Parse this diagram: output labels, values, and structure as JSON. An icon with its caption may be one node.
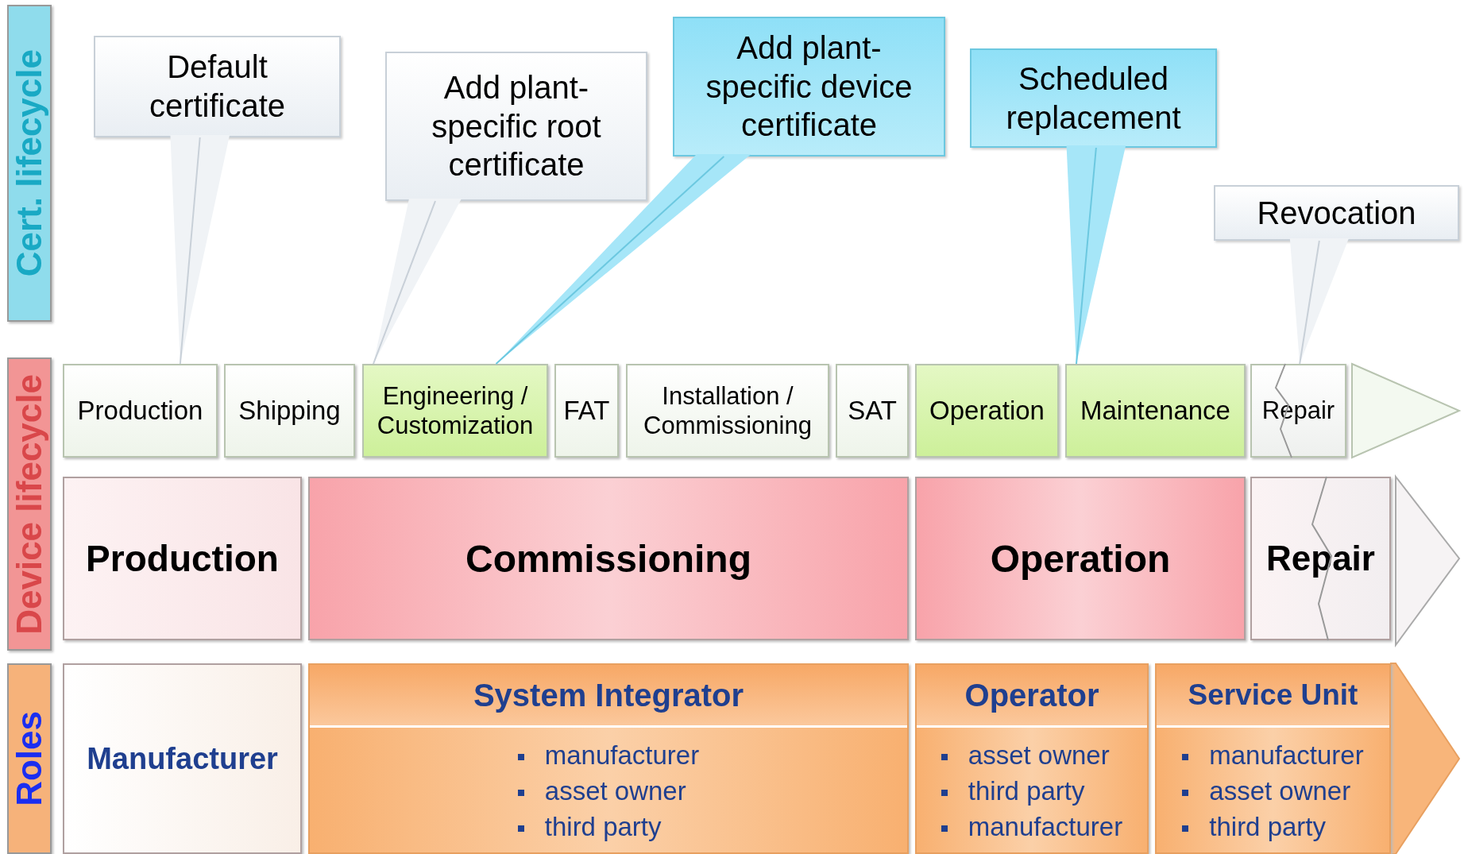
{
  "diagram": {
    "nodes": [
      {
        "text": [
          "Cert. lifecycle"
        ]
      },
      {
        "text": [
          "Default certificate"
        ]
      },
      {
        "text": [
          "Add plant-specific root certificate"
        ]
      },
      {
        "text": [
          "Add plant-specific device certificate"
        ]
      },
      {
        "text": [
          "Scheduled replacement"
        ]
      },
      {
        "text": [
          "Revocation"
        ]
      },
      {
        "text": [
          "Device lifecycle"
        ]
      },
      {
        "text": [
          "Production"
        ]
      },
      {
        "text": [
          "Shipping"
        ]
      },
      {
        "text": [
          "Engineering / Customization"
        ]
      },
      {
        "text": [
          "FAT"
        ]
      },
      {
        "text": [
          "Installation / Commissioning"
        ]
      },
      {
        "text": [
          "SAT"
        ]
      },
      {
        "text": [
          "Operation"
        ]
      },
      {
        "text": [
          "Maintenance"
        ]
      },
      {
        "text": [
          "Repair"
        ]
      },
      {
        "text": [
          "Production"
        ]
      },
      {
        "text": [
          "Commissioning"
        ]
      },
      {
        "text": [
          "Operation"
        ]
      },
      {
        "text": [
          "Repair"
        ]
      },
      {
        "text": [
          "Roles"
        ]
      },
      {
        "text": [
          "Manufacturer"
        ]
      },
      {
        "text": [
          "System Integrator",
          "manufacturer",
          "asset owner",
          "third party"
        ]
      },
      {
        "text": [
          "Operator",
          "asset owner",
          "third party",
          "manufacturer"
        ]
      },
      {
        "text": [
          "Service Unit",
          "manufacturer",
          "asset owner",
          "third party"
        ]
      }
    ],
    "edges": [
      {
        "from": 1,
        "to": 7,
        "arrow": "none"
      },
      {
        "from": 2,
        "to": 9,
        "arrow": "none"
      },
      {
        "from": 3,
        "to": 9,
        "arrow": "none",
        "color": "#6cc8e0"
      },
      {
        "from": 4,
        "to": 14,
        "arrow": "none",
        "color": "#6cc8e0"
      },
      {
        "from": 5,
        "to": 15,
        "arrow": "none"
      }
    ]
  }
}
